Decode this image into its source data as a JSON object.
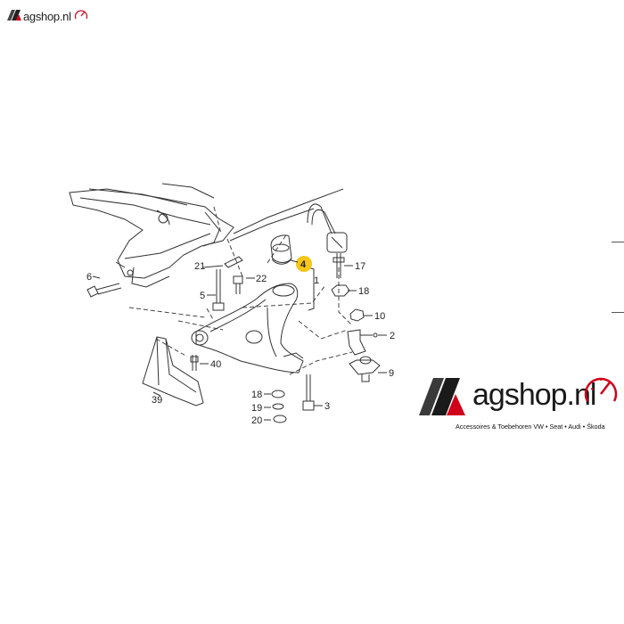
{
  "header": {
    "logo_text": "agshop.nl"
  },
  "diagram": {
    "highlight_color": "#f5c518",
    "callouts": {
      "c1": "1",
      "c2": "2",
      "c3": "3",
      "c4": "4",
      "c5": "5",
      "c6": "6",
      "c9": "9",
      "c10": "10",
      "c17": "17",
      "c18a": "18",
      "c18b": "18",
      "c19": "19",
      "c20": "20",
      "c21": "21",
      "c22": "22",
      "c39": "39",
      "c40": "40"
    },
    "highlighted_part": "4"
  },
  "brand": {
    "logo_text": "agshop.nl",
    "tagline": "Accessoires & Toebehoren VW • Seat • Audi • Škoda",
    "accent_color": "#d0021b"
  }
}
